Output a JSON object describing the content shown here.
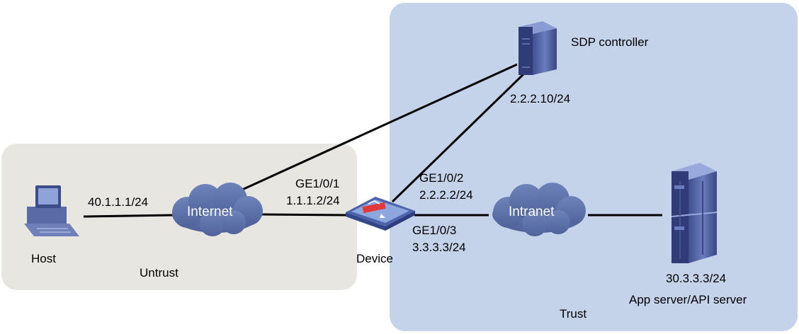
{
  "zones": {
    "untrust": {
      "label": "Untrust",
      "color": "#e8e6e1"
    },
    "trust": {
      "label": "Trust",
      "color": "#c5d3ea"
    }
  },
  "nodes": {
    "host": {
      "label": "Host",
      "ip": "40.1.1.1/24"
    },
    "internet": {
      "label": "Internet"
    },
    "device": {
      "label": "Device",
      "if1": {
        "name": "GE1/0/1",
        "ip": "1.1.1.2/24"
      },
      "if2": {
        "name": "GE1/0/2",
        "ip": "2.2.2.2/24"
      },
      "if3": {
        "name": "GE1/0/3",
        "ip": "3.3.3.3/24"
      }
    },
    "sdp": {
      "label": "SDP controller",
      "ip": "2.2.2.10/24"
    },
    "intranet": {
      "label": "Intranet"
    },
    "app_server": {
      "label": "App server/API server",
      "ip": "30.3.3.3/24"
    }
  },
  "colors": {
    "cloud": "#5a6fa8",
    "device": "#7a94cf",
    "server": "#4a5a9c",
    "link": "#000000"
  }
}
